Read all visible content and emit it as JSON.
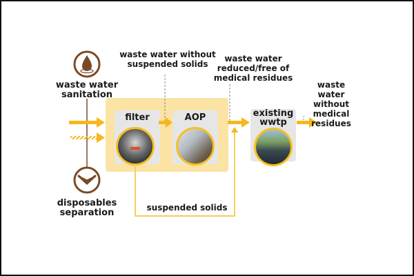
{
  "colors": {
    "arrow": "#f5b71c",
    "brown": "#7a4a26",
    "process_bg": "#fbe3a4",
    "card_bg": "#e6e6e6"
  },
  "inputs": {
    "top": {
      "icon": "water-drop-icon",
      "label_line1": "waste water",
      "label_line2": "sanitation"
    },
    "bottom": {
      "icon": "chevron-down-icon",
      "label_line1": "disposables",
      "label_line2": "separation"
    }
  },
  "stages": [
    {
      "id": "filter",
      "label": "filter",
      "image": "filter-equipment-photo"
    },
    {
      "id": "aop",
      "label": "AOP",
      "image": "aop-equipment-photo"
    },
    {
      "id": "wwtp",
      "label_line1": "existing",
      "label_line2": "wwtp",
      "image": "wwtp-basins-photo"
    }
  ],
  "annotations": {
    "after_filter": {
      "line1": "waste water without",
      "line2": "suspended solids"
    },
    "after_aop": {
      "line1": "waste water",
      "line2": "reduced/free of",
      "line3": "medical residues"
    },
    "output": {
      "line1": "waste water",
      "line2": "without",
      "line3": "medical",
      "line4": "residues"
    },
    "bypass": "suspended solids"
  }
}
